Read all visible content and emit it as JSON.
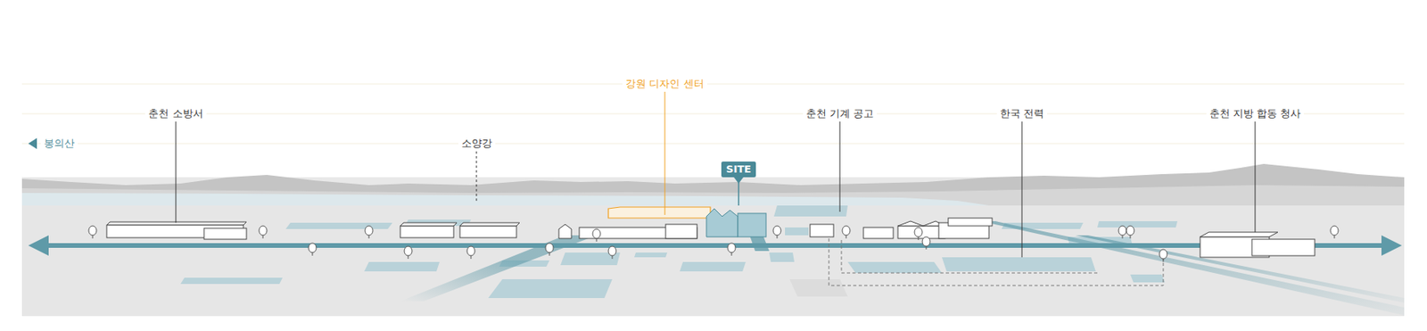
{
  "diagram": {
    "nodes": [
      {
        "text": [
          "SITE"
        ]
      }
    ],
    "labels": [
      "봉의산",
      "춘천 소방서",
      "소양강",
      "강원 디자인 센터",
      "춘천 기계 공고",
      "한국 전력",
      "춘천 지방 합동 청사"
    ]
  }
}
